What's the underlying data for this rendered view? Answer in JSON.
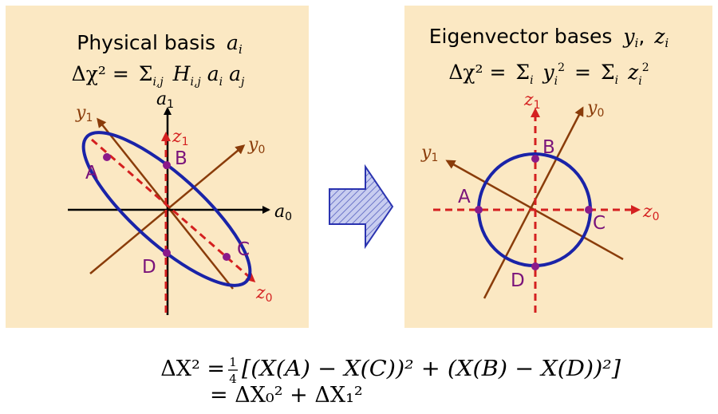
{
  "left_panel": {
    "title_text": "Physical basis",
    "title_var": "a",
    "title_sub": "i",
    "eq_lhs": "Δχ² =",
    "eq_sum": "Σ",
    "eq_sum_sub": "i,j",
    "eq_rhs": "H",
    "eq_rhs_sub": "i,j",
    "eq_a1": "a",
    "eq_a1_sub": "i",
    "eq_a2": "a",
    "eq_a2_sub": "j",
    "axis_a1": "a",
    "axis_a1_sub": "1",
    "axis_a0": "a",
    "axis_a0_sub": "0",
    "axis_y1": "y",
    "axis_y1_sub": "1",
    "axis_y0": "y",
    "axis_y0_sub": "0",
    "axis_z1": "z",
    "axis_z1_sub": "1",
    "axis_z0": "z",
    "axis_z0_sub": "0",
    "point_a": "A",
    "point_b": "B",
    "point_c": "C",
    "point_d": "D"
  },
  "right_panel": {
    "title_text": "Eigenvector bases",
    "title_var1": "y",
    "title_sub1": "i",
    "title_sep": ",",
    "title_var2": "z",
    "title_sub2": "i",
    "eq_lhs": "Δχ² =",
    "eq_sum1": "Σ",
    "eq_sum1_sub": "i",
    "eq_y": "y",
    "eq_y_sub": "i",
    "eq_y_sup": "2",
    "eq_mid": "=",
    "eq_sum2": "Σ",
    "eq_sum2_sub": "i",
    "eq_z": "z",
    "eq_z_sub": "i",
    "eq_z_sup": "2",
    "axis_z1": "z",
    "axis_z1_sub": "1",
    "axis_z0": "z",
    "axis_z0_sub": "0",
    "axis_y1": "y",
    "axis_y1_sub": "1",
    "axis_y0": "y",
    "axis_y0_sub": "0",
    "point_a": "A",
    "point_b": "B",
    "point_c": "C",
    "point_d": "D"
  },
  "bottom_formula": {
    "line1_lhs": "ΔX² =",
    "frac_num": "1",
    "frac_den": "4",
    "line1_body": "[(X(A) − X(C))² + (X(B) − X(D))²]",
    "line2": "= ΔX₀² + ΔX₁²"
  },
  "colors": {
    "panel_bg": "#fbe8c3",
    "ellipse": "#1a23a8",
    "axis_red": "#d42020",
    "axis_brown": "#8a3c0a",
    "point": "#8a1a8a",
    "label_purple": "#7a137a",
    "arrow_fill": "#aab4e6",
    "arrow_stroke": "#2a33b0"
  }
}
